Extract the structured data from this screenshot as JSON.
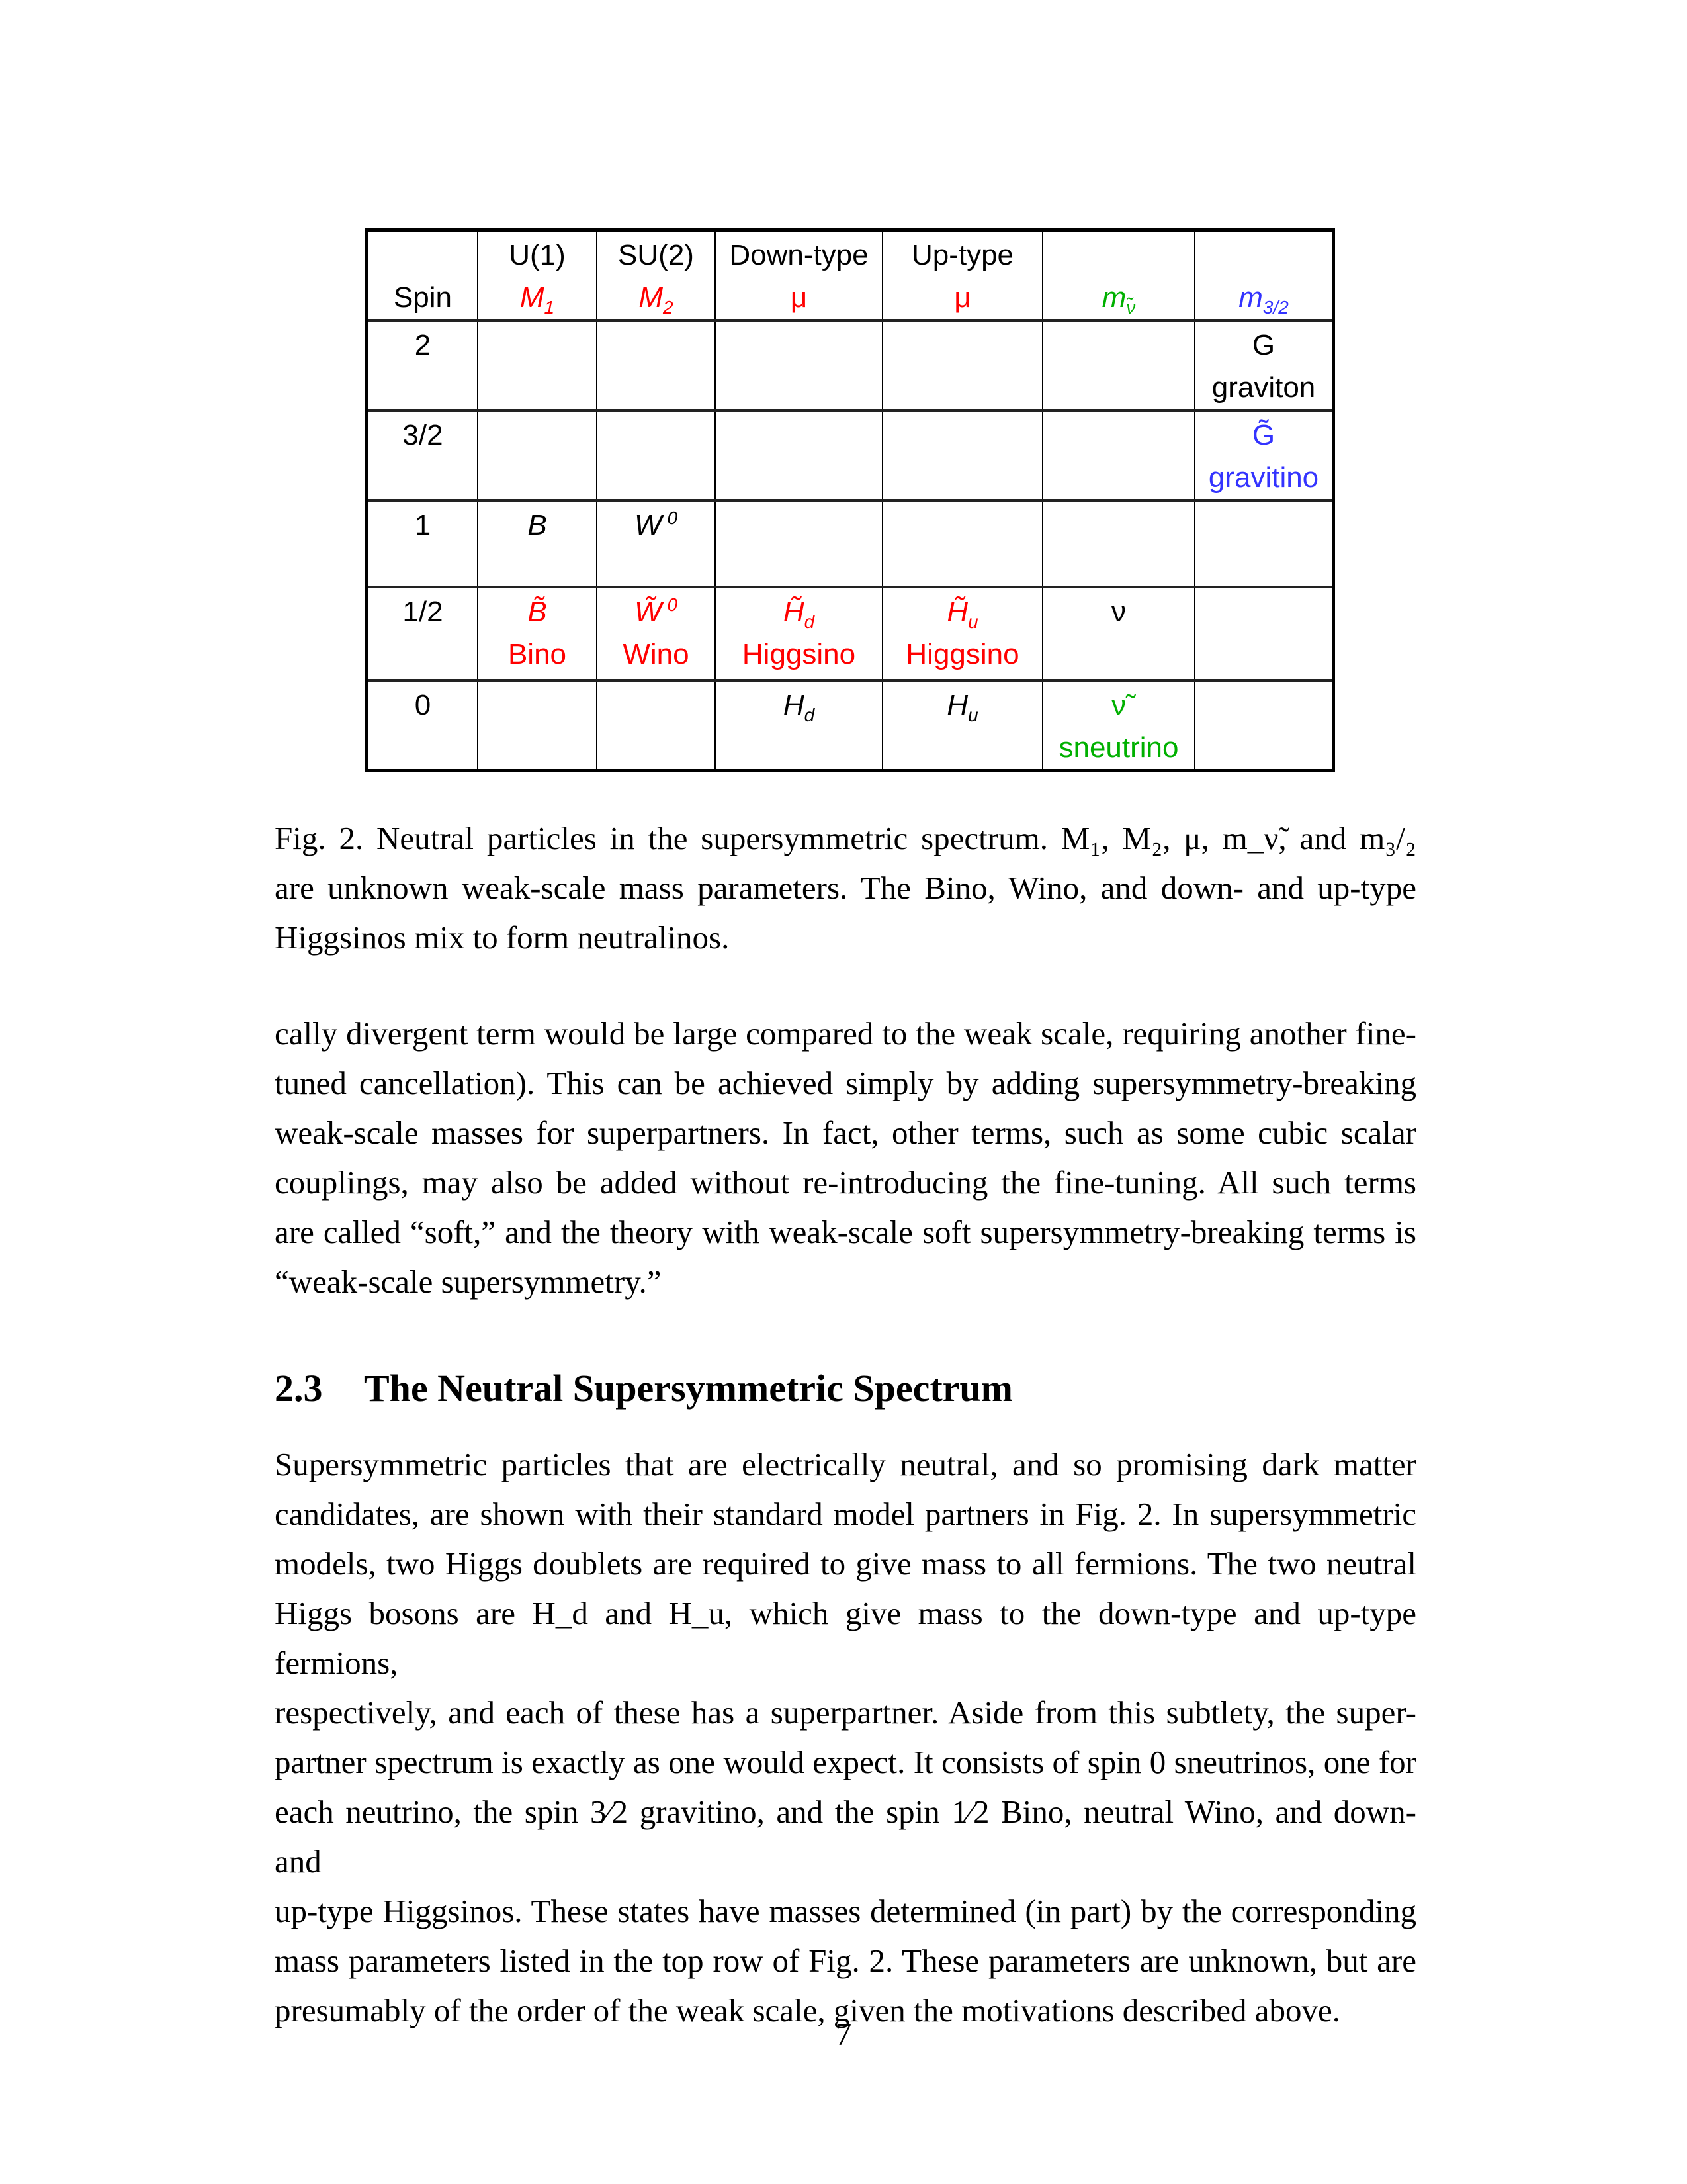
{
  "figure": {
    "header": [
      {
        "top": "",
        "main": "Spin",
        "color": "#000000",
        "italic": false
      },
      {
        "top": "U(1)",
        "main": "M",
        "sub": "1",
        "color": "#ff0000",
        "italic": true
      },
      {
        "top": "SU(2)",
        "main": "M",
        "sub": "2",
        "color": "#ff0000",
        "italic": true
      },
      {
        "top": "Down-type",
        "main": "μ",
        "color": "#ff0000",
        "italic": false
      },
      {
        "top": "Up-type",
        "main": "μ",
        "color": "#ff0000",
        "italic": false
      },
      {
        "top": "",
        "main": "m",
        "sub": "ν̃",
        "color": "#00b000",
        "italic": true
      },
      {
        "top": "",
        "main": "m",
        "sub": "3/2",
        "color": "#3333ff",
        "italic": true
      }
    ],
    "rows": [
      {
        "spin": "2",
        "cells": [
          null,
          null,
          null,
          null,
          null,
          {
            "sym": "G",
            "name": "graviton",
            "color": "#000000",
            "italic": false
          }
        ]
      },
      {
        "spin": "3/2",
        "cells": [
          null,
          null,
          null,
          null,
          null,
          {
            "sym": "G̃",
            "name": "gravitino",
            "color": "#3333ff",
            "italic": false
          }
        ]
      },
      {
        "spin": "1",
        "cells": [
          {
            "sym": "B",
            "color": "#000000",
            "italic": true
          },
          {
            "sym": "W",
            "sup": "0",
            "color": "#000000",
            "italic": true
          },
          null,
          null,
          null,
          null
        ]
      },
      {
        "spin": "1/2",
        "cells": [
          {
            "sym": "B̃",
            "name": "Bino",
            "color": "#ff0000",
            "italic": true
          },
          {
            "sym": "W̃",
            "sup": "0",
            "name": "Wino",
            "color": "#ff0000",
            "italic": true
          },
          {
            "sym": "H̃",
            "sub": "d",
            "name": "Higgsino",
            "color": "#ff0000",
            "italic": true
          },
          {
            "sym": "H̃",
            "sub": "u",
            "name": "Higgsino",
            "color": "#ff0000",
            "italic": true
          },
          {
            "sym": "ν",
            "color": "#000000",
            "italic": false
          },
          null
        ]
      },
      {
        "spin": "0",
        "cells": [
          null,
          null,
          {
            "sym": "H",
            "sub": "d",
            "color": "#000000",
            "italic": true
          },
          {
            "sym": "H",
            "sub": "u",
            "color": "#000000",
            "italic": true
          },
          {
            "sym": "ν̃",
            "name": "sneutrino",
            "color": "#00b000",
            "italic": false
          },
          null
        ]
      }
    ]
  },
  "caption": [
    "Fig. 2.  Neutral particles in the supersymmetric spectrum.  M₁, M₂, μ, m_ν̃, and m₃/₂",
    "are unknown weak-scale mass parameters.  The Bino, Wino, and down- and up-type",
    "Higgsinos mix to form neutralinos."
  ],
  "paragraph1": [
    "cally divergent term would be large compared to the weak scale, requiring another fine-",
    "tuned cancellation).  This can be achieved simply by adding supersymmetry-breaking",
    "weak-scale masses for superpartners.  In fact, other terms, such as some cubic scalar",
    "couplings, may also be added without re-introducing the fine-tuning.  All such terms",
    "are called “soft,” and the theory with weak-scale soft supersymmetry-breaking terms is",
    "“weak-scale supersymmetry.”"
  ],
  "section": {
    "number": "2.3",
    "title": "The Neutral Supersymmetric Spectrum"
  },
  "paragraph2": [
    "Supersymmetric particles that are electrically neutral, and so promising dark matter",
    "candidates, are shown with their standard model partners in Fig. 2. In supersymmetric",
    "models, two Higgs doublets are required to give mass to all fermions. The two neutral",
    "Higgs bosons are H_d and H_u, which give mass to the down-type and up-type fermions,",
    "respectively, and each of these has a superpartner.  Aside from this subtlety, the super-",
    "partner spectrum is exactly as one would expect. It consists of spin 0 sneutrinos, one for",
    "each neutrino, the spin 3⁄2 gravitino, and the spin 1⁄2 Bino, neutral Wino, and down- and",
    "up-type Higgsinos. These states have masses determined (in part) by the corresponding",
    "mass parameters listed in the top row of Fig. 2. These parameters are unknown, but are",
    "presumably of the order of the weak scale, given the motivations described above."
  ],
  "page_number": "7"
}
